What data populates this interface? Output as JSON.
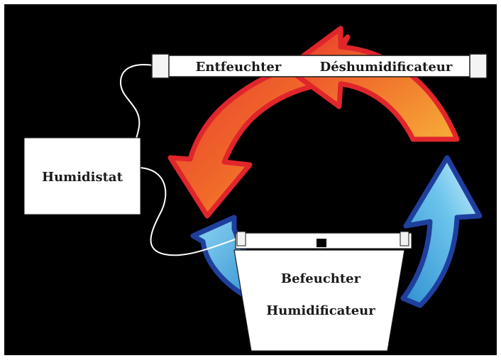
{
  "labels": {
    "dehumidifier_de": "Entfeuchter",
    "dehumidifier_fr": "Déshumidificateur",
    "humidistat": "Humidistat",
    "humidifier_de": "Befeuchter",
    "humidifier_fr": "Humidificateur"
  },
  "colors": {
    "background": "#000000",
    "warm_arrow_outline": "#e0252b",
    "warm_arrow_fill_start": "#e8342d",
    "warm_arrow_fill_end": "#f8b83a",
    "cool_arrow_outline": "#1f3f9e",
    "cool_arrow_fill_start": "#2f8fd0",
    "cool_arrow_fill_end": "#d6f3fb",
    "device_fill": "#ffffff",
    "wire": "#ffffff"
  }
}
